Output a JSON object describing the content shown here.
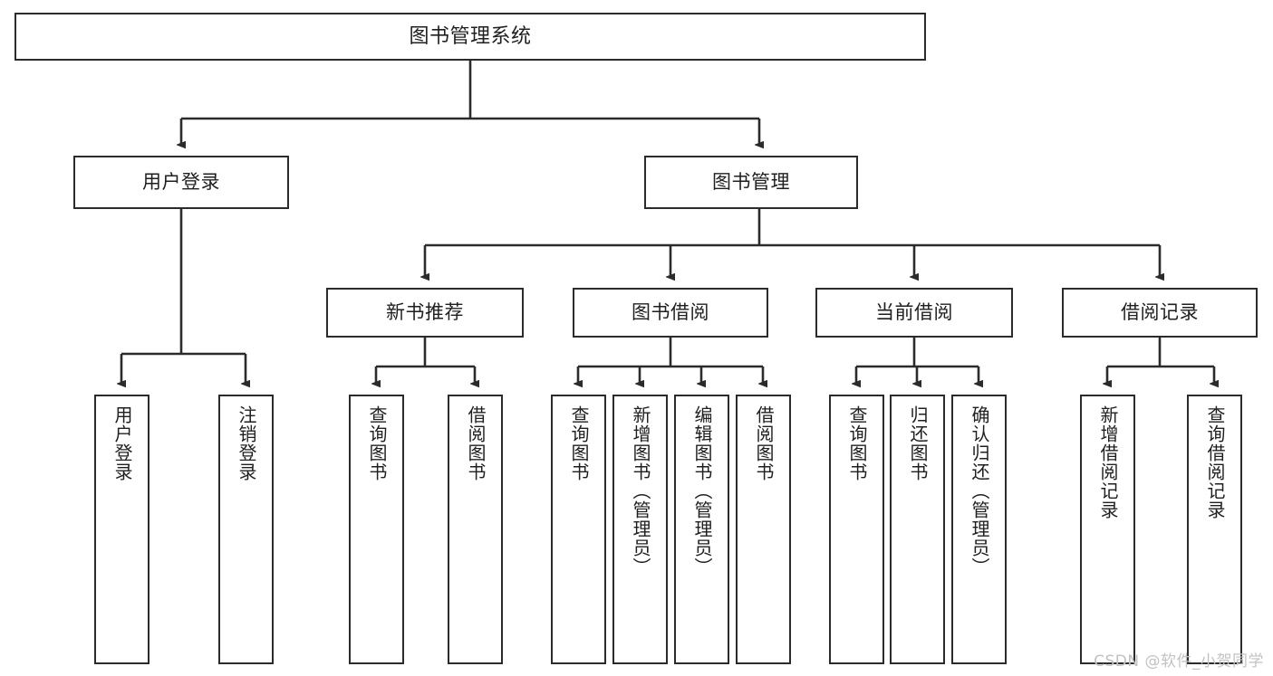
{
  "diagram": {
    "title": "图书管理系统",
    "watermark": "CSDN @软件_小贺同学",
    "colors": {
      "background": "#ffffff",
      "box_border": "#2b2b2b",
      "box_fill": "#ffffff",
      "text": "#1f1f1f",
      "connector": "#2b2b2b",
      "watermark": "#c2c2c2"
    },
    "root": {
      "label": "图书管理系统"
    },
    "level2": [
      {
        "label": "用户登录"
      },
      {
        "label": "图书管理"
      }
    ],
    "level3": [
      {
        "label": "新书推荐"
      },
      {
        "label": "图书借阅"
      },
      {
        "label": "当前借阅"
      },
      {
        "label": "借阅记录"
      }
    ],
    "leaves": {
      "user_login": [
        {
          "label": "用户登录"
        },
        {
          "label": "注销登录"
        }
      ],
      "new_book_recommend": [
        {
          "label": "查询图书"
        },
        {
          "label": "借阅图书"
        }
      ],
      "book_borrow": [
        {
          "label": "查询图书"
        },
        {
          "label": "新增图书（管理员）"
        },
        {
          "label": "编辑图书（管理员）"
        },
        {
          "label": "借阅图书"
        }
      ],
      "current_borrow": [
        {
          "label": "查询图书"
        },
        {
          "label": "归还图书"
        },
        {
          "label": "确认归还（管理员）"
        }
      ],
      "borrow_record": [
        {
          "label": "新增借阅记录"
        },
        {
          "label": "查询借阅记录"
        }
      ]
    }
  }
}
